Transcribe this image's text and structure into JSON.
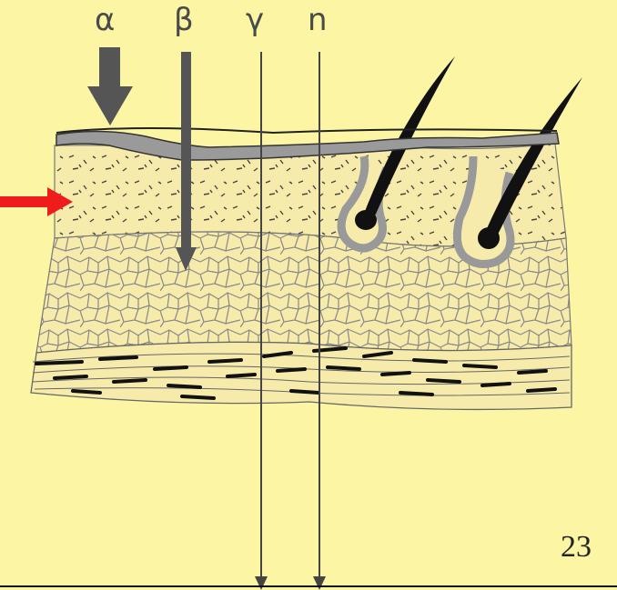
{
  "labels": {
    "alpha": "α",
    "beta": "β",
    "gamma": "γ",
    "neutron": "n"
  },
  "slide_number": "23",
  "colors": {
    "background": "#fcf6a4",
    "ray_arrow": "#555555",
    "marker_arrow": "#ee1c1c",
    "skin_fill": "#f6ebab",
    "surface_layer": "#9a9a9a",
    "hair": "#111111"
  },
  "icons": {
    "marker": "red-right-arrow",
    "hair": "hair-follicle"
  }
}
